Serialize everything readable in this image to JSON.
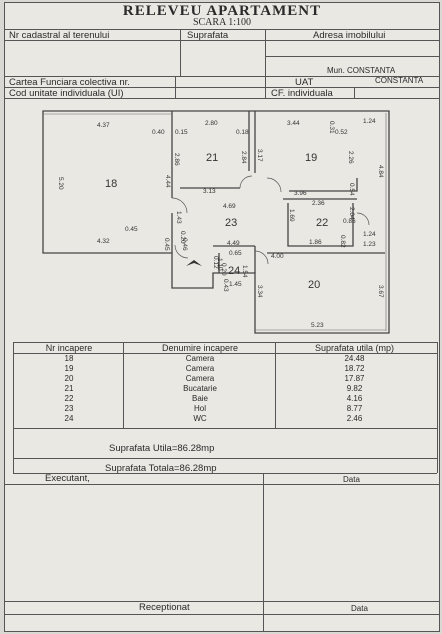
{
  "header": {
    "title": "RELEVEU APARTAMENT",
    "scale": "SCARA 1:100"
  },
  "info": {
    "nr_cadastral": "Nr cadastral al terenului",
    "suprafata": "Suprafata",
    "adresa": "Adresa imobilului",
    "mun": "Mun. CONSTANTA",
    "carte_funciara": "Cartea Funciara colectiva nr.",
    "uat": "UAT",
    "uat_value": "CONSTANTA",
    "cod_unitate": "Cod unitate individuala (UI)",
    "cf_individuala": "CF. individuala"
  },
  "plan": {
    "room_numbers": [
      "18",
      "19",
      "20",
      "21",
      "22",
      "23",
      "24"
    ],
    "dimensions": [
      "4.37",
      "0.40",
      "0.15",
      "2.80",
      "0.18",
      "3.44",
      "0.52",
      "1.24",
      "0.31",
      "2.86",
      "2.84",
      "3.17",
      "2.26",
      "4.84",
      "5.20",
      "4.44",
      "3.13",
      "4.69",
      "3.96",
      "0.54",
      "2.36",
      "1.69",
      "0.86",
      "2.04",
      "0.82",
      "1.24",
      "1.23",
      "0.45",
      "0.20",
      "4.32",
      "1.43",
      "0.45",
      "0.46",
      "4.49",
      "1.86",
      "0.65",
      "0.12",
      "1.10",
      "1.54",
      "4.00",
      "0.20",
      "1.45",
      "3.34",
      "3.67",
      "5.23",
      "0.43"
    ]
  },
  "table": {
    "headers": [
      "Nr incapere",
      "Denumire incapere",
      "Suprafata utila (mp)"
    ],
    "rows": [
      [
        "18",
        "Camera",
        "24.48"
      ],
      [
        "19",
        "Camera",
        "18.72"
      ],
      [
        "20",
        "Camera",
        "17.87"
      ],
      [
        "21",
        "Bucatarie",
        "9.82"
      ],
      [
        "22",
        "Baie",
        "4.16"
      ],
      [
        "23",
        "Hol",
        "8.77"
      ],
      [
        "24",
        "WC",
        "2.46"
      ]
    ]
  },
  "totals": {
    "utila": "Suprafata Utila=86.28mp",
    "totala": "Suprafata Totala=86.28mp"
  },
  "footer": {
    "executant": "Executant,",
    "data1": "Data",
    "receptionat": "Receptionat",
    "data2": "Data"
  }
}
